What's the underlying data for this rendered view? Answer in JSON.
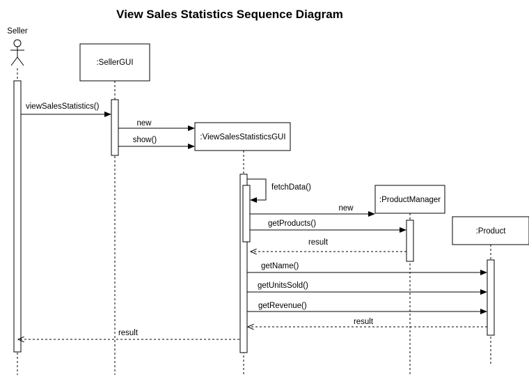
{
  "title": "View Sales Statistics Sequence Diagram",
  "actor": {
    "name": "Seller"
  },
  "participants": {
    "sellergui": ":SellerGUI",
    "vssgui": ":ViewSalesStatisticsGUI",
    "productmanager": ":ProductManager",
    "product": ":Product"
  },
  "messages": {
    "view_sales_statistics": "viewSalesStatistics()",
    "new_vssgui": "new",
    "show": "show()",
    "fetch_data": "fetchData()",
    "new_productmanager": "new",
    "get_products": "getProducts()",
    "result_products": "result",
    "get_name": "getName()",
    "get_units_sold": "getUnitsSold()",
    "get_revenue": "getRevenue()",
    "result_product": "result",
    "result_seller": "result"
  }
}
